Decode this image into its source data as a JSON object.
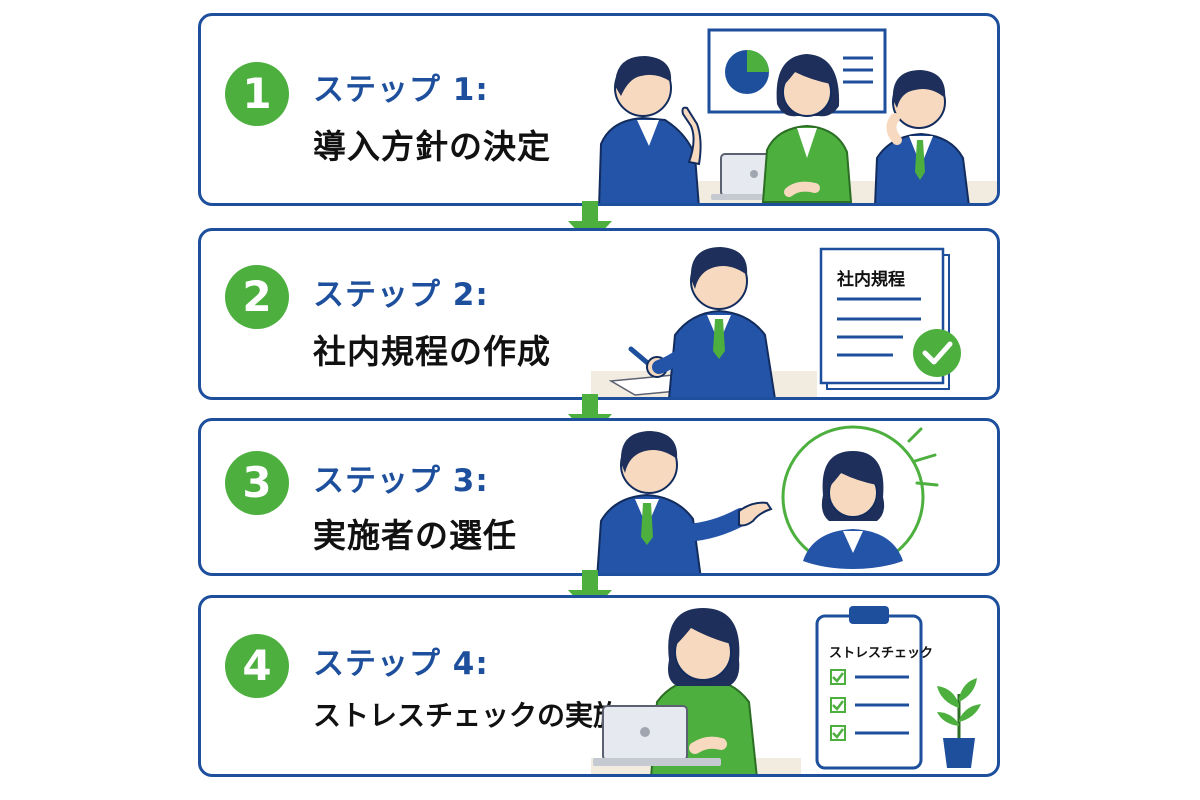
{
  "steps": [
    {
      "number": "1",
      "label": "ステップ 1:",
      "title": "導入方針の決定"
    },
    {
      "number": "2",
      "label": "ステップ 2:",
      "title": "社内規程の作成",
      "document_heading": "社内規程"
    },
    {
      "number": "3",
      "label": "ステップ 3:",
      "title": "実施者の選任"
    },
    {
      "number": "4",
      "label": "ステップ 4:",
      "title": "ストレスチェックの実施",
      "clipboard_heading": "ストレスチェック"
    }
  ],
  "colors": {
    "primary_blue": "#1d4f9c",
    "accent_green": "#4caf3e",
    "skin": "#f7d9bf",
    "hair": "#1d2f5a"
  },
  "icons": [
    "down-arrow-icon",
    "pie-chart-icon",
    "check-circle-icon",
    "checkbox-icon",
    "plant-icon",
    "laptop-icon"
  ]
}
